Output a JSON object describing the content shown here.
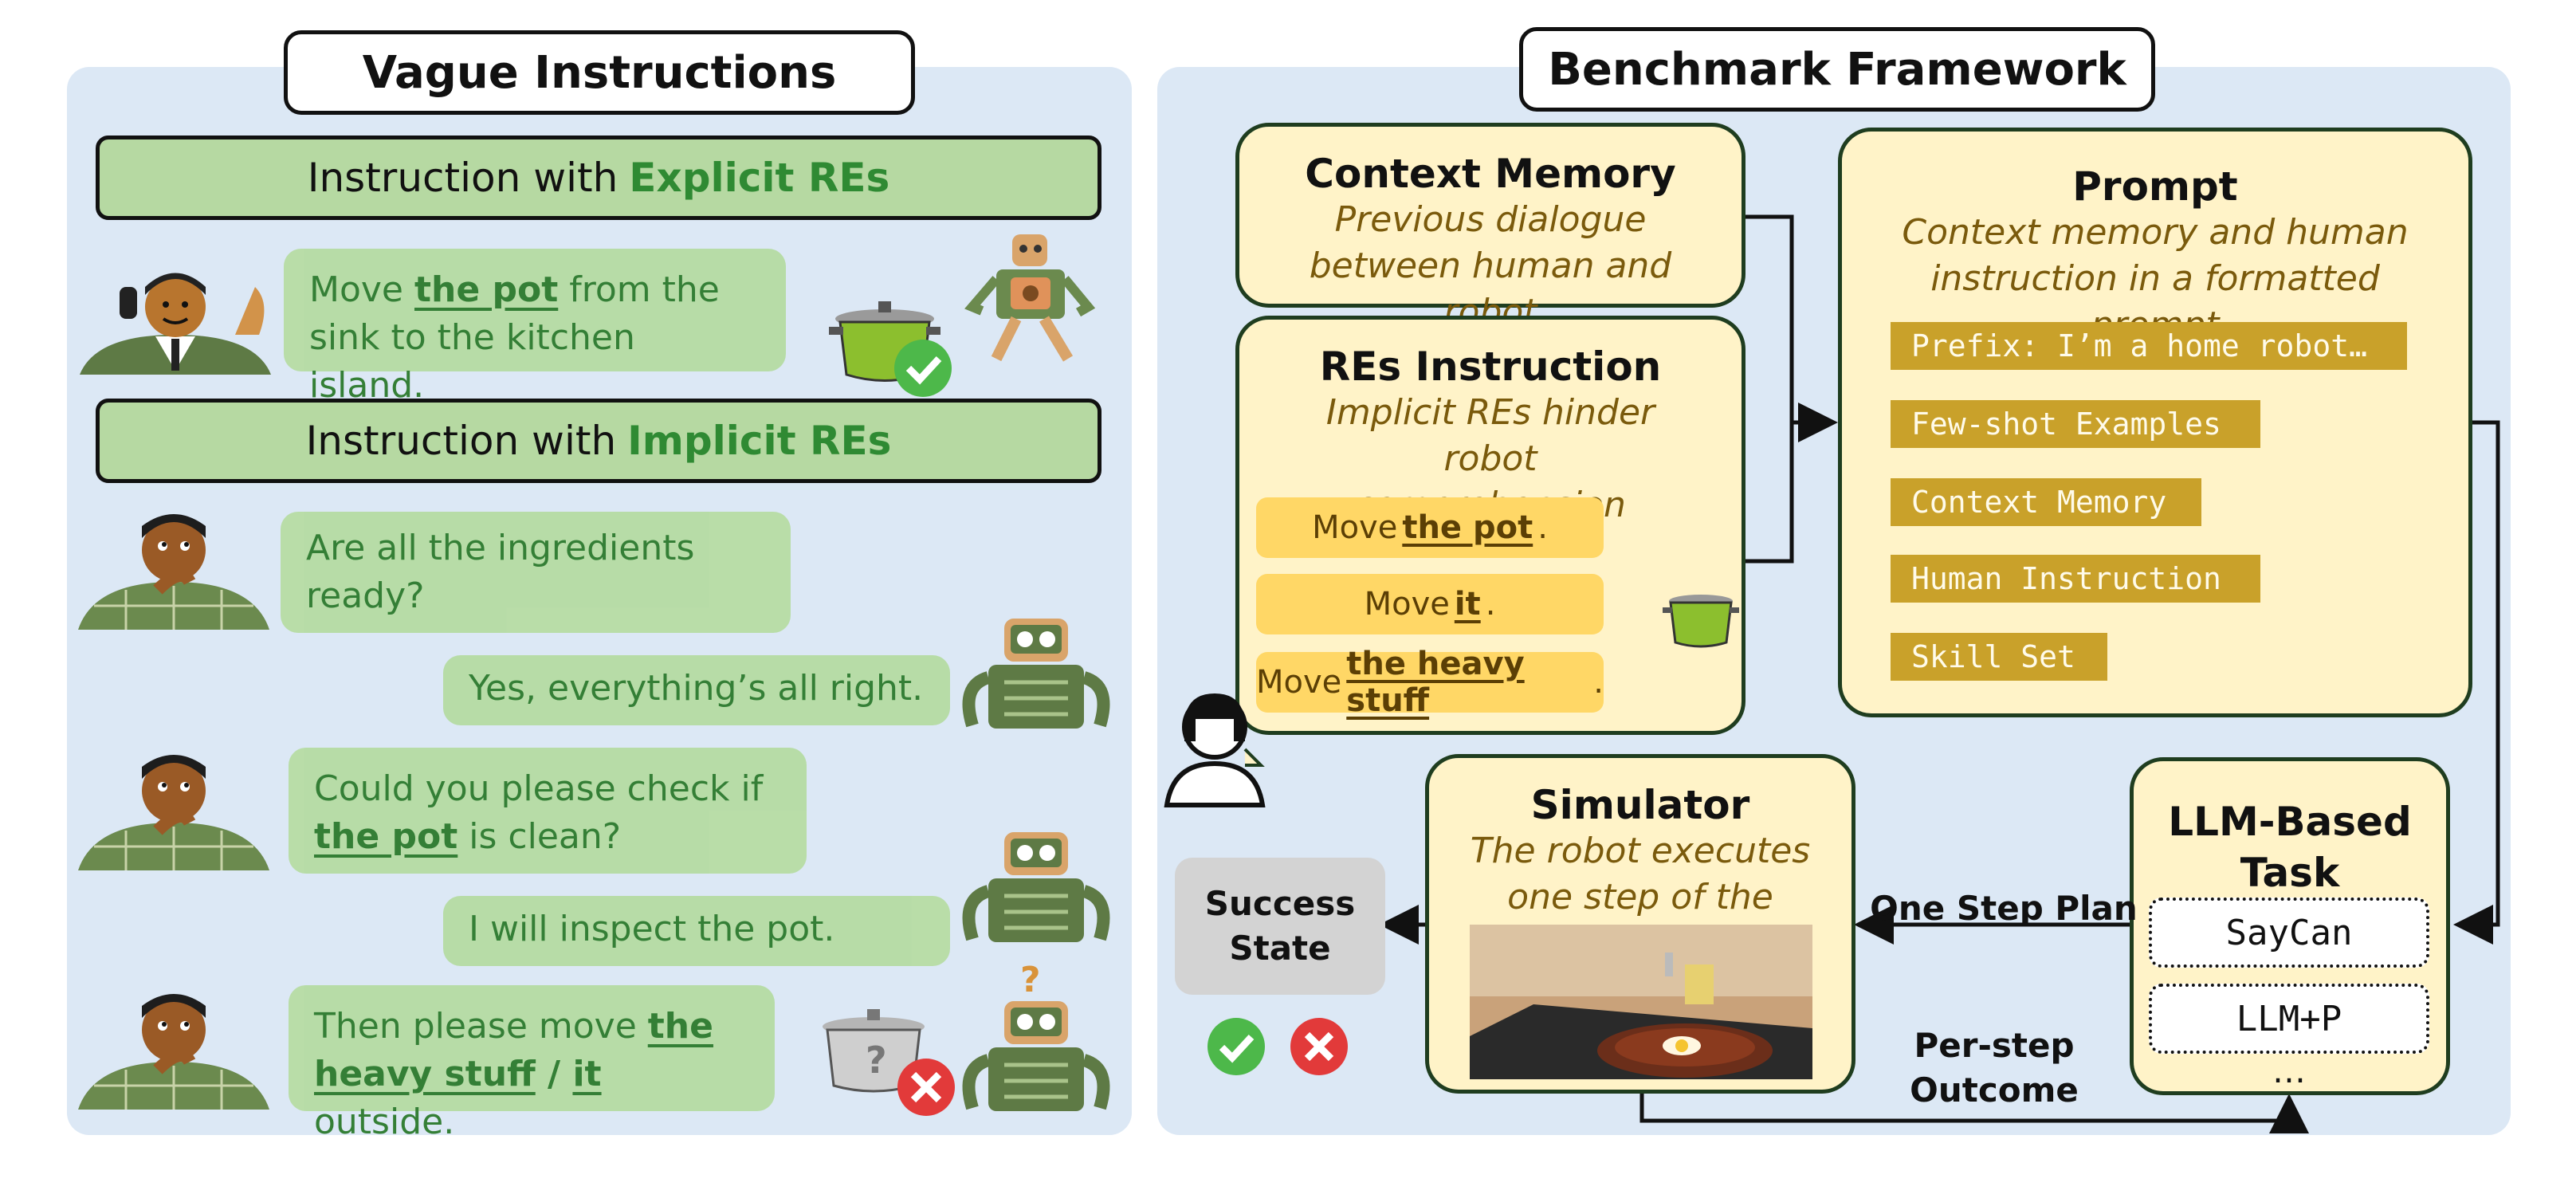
{
  "left": {
    "title": "Vague Instructions",
    "explicit_head": {
      "prefix": "Instruction with",
      "highlight": "Explicit REs"
    },
    "implicit_head": {
      "prefix": "Instruction with",
      "highlight": "Implicit REs"
    },
    "bubble1": {
      "a": "Move ",
      "b": "the pot",
      "c": " from the sink to the kitchen island."
    },
    "bubble2": "Are all the ingredients ready?",
    "bubble3": "Yes, everything’s all right.",
    "bubble4": {
      "a": "Could you please check if ",
      "b": "the pot",
      "c": " is clean?"
    },
    "bubble5": "I will inspect the pot.",
    "bubble6": {
      "a": "Then please move ",
      "b": "the heavy stuff",
      "sep": " / ",
      "d": "it",
      "c": " outside."
    }
  },
  "right": {
    "title": "Benchmark Framework",
    "context_memory": {
      "title": "Context Memory",
      "sub": "Previous dialogue between human and robot"
    },
    "res_instruction": {
      "title": "REs Instruction",
      "sub": "Implicit REs hinder robot comprehension",
      "chips": [
        {
          "a": "Move ",
          "b": "the pot",
          "c": "."
        },
        {
          "a": "Move ",
          "b": "it",
          "c": "."
        },
        {
          "a": "Move ",
          "b": "the heavy stuff",
          "c": "."
        }
      ]
    },
    "prompt": {
      "title": "Prompt",
      "sub": "Context memory and human instruction in a formatted prompt",
      "items": [
        "Prefix: I’m a home robot…",
        "Few-shot Examples",
        "Context Memory",
        "Human Instruction",
        "Skill Set"
      ]
    },
    "simulator": {
      "title": "Simulator",
      "sub": "The robot executes one step of the planner."
    },
    "planner": {
      "title": "LLM-Based Task Planner",
      "items": [
        "SayCan",
        "LLM+P"
      ],
      "more": "…"
    },
    "success": "Success State",
    "one_step_plan": "One Step Plan",
    "per_step_outcome": "Per-step Outcome"
  },
  "colors": {
    "panel": "#dce8f5",
    "green_text": "#2f8a33",
    "yellow_box": "#fff3c8",
    "chip": "#c9a12a"
  }
}
